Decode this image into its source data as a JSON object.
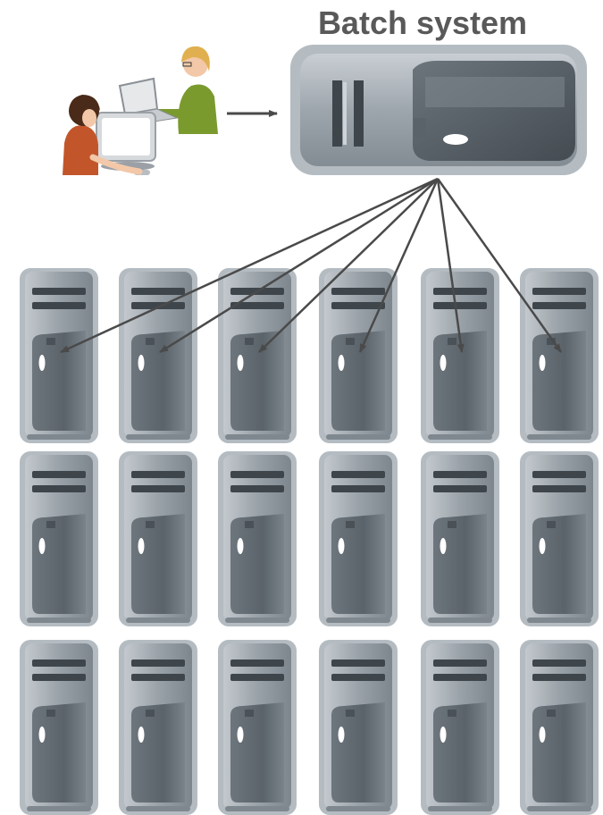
{
  "title": "Batch system",
  "colors": {
    "title": "#595959",
    "arrow": "#4a4a4a",
    "tower_body": "#8e979e",
    "tower_frame": "#b4bcc2",
    "tower_dark": "#5a636a",
    "tower_slot": "#3e464c",
    "server_body": "#9aa3aa",
    "server_window": "#5d666d",
    "user_skin": "#f2c8a8",
    "user_shirt_green": "#7a9a2e",
    "user_shirt_orange": "#c2562a",
    "user_hair_blond": "#e0b050",
    "user_hair_dark": "#4a2a18"
  },
  "icons": {
    "users": "users-at-computers-icon",
    "batch_server": "batch-server-icon",
    "worker": "worker-node-icon"
  },
  "grid": {
    "rows": 3,
    "cols": 6,
    "job_targets": [
      0,
      1,
      2,
      3,
      4,
      5
    ]
  }
}
